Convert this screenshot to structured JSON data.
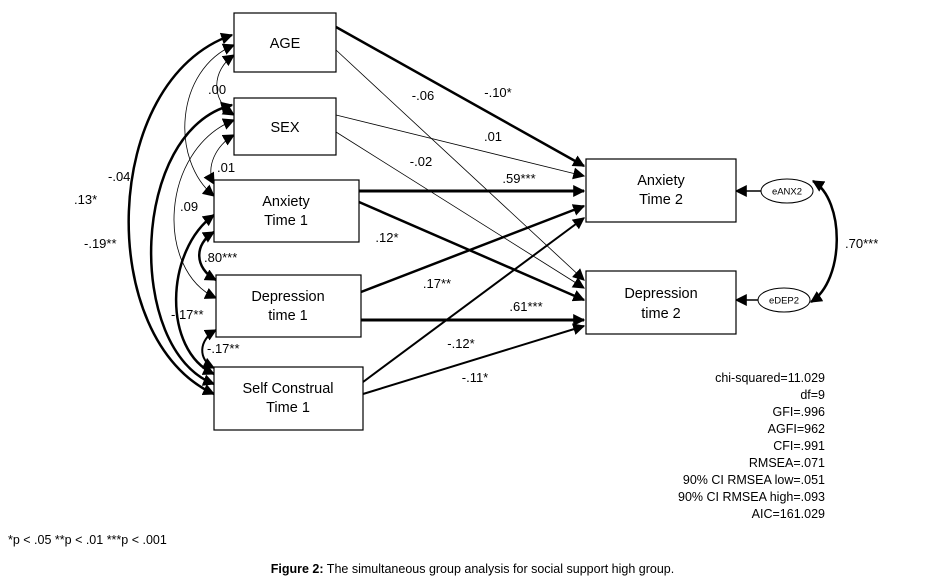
{
  "nodes": {
    "age": {
      "lines": [
        "AGE"
      ]
    },
    "sex": {
      "lines": [
        "SEX"
      ]
    },
    "anx1": {
      "lines": [
        "Anxiety",
        "Time 1"
      ]
    },
    "dep1": {
      "lines": [
        "Depression",
        "time 1"
      ]
    },
    "self1": {
      "lines": [
        "Self Construal",
        "Time 1"
      ]
    },
    "anx2": {
      "lines": [
        "Anxiety",
        "Time 2"
      ]
    },
    "dep2": {
      "lines": [
        "Depression",
        "time 2"
      ]
    },
    "eanx2": {
      "lines": [
        "eANX2"
      ]
    },
    "edep2": {
      "lines": [
        "eDEP2"
      ]
    }
  },
  "paths": [
    {
      "from": "age",
      "to": "anx2",
      "label": "-.10*"
    },
    {
      "from": "age",
      "to": "dep2",
      "label": "-.06"
    },
    {
      "from": "sex",
      "to": "anx2",
      "label": ".01"
    },
    {
      "from": "sex",
      "to": "dep2",
      "label": "-.02"
    },
    {
      "from": "anx1",
      "to": "anx2",
      "label": ".59***"
    },
    {
      "from": "anx1",
      "to": "dep2",
      "label": ".12*"
    },
    {
      "from": "dep1",
      "to": "anx2",
      "label": ".17**"
    },
    {
      "from": "dep1",
      "to": "dep2",
      "label": ".61***"
    },
    {
      "from": "self1",
      "to": "anx2",
      "label": "-.12*"
    },
    {
      "from": "self1",
      "to": "dep2",
      "label": "-.11*"
    }
  ],
  "correlations": [
    {
      "between": [
        "age",
        "sex"
      ],
      "label": ".00"
    },
    {
      "between": [
        "sex",
        "anx1"
      ],
      "label": ".01"
    },
    {
      "between": [
        "age",
        "anx1"
      ],
      "label": "-.04"
    },
    {
      "between": [
        "age",
        "self1"
      ],
      "label": ".13*"
    },
    {
      "between": [
        "sex",
        "self1"
      ],
      "label": "-.19**"
    },
    {
      "between": [
        "sex",
        "dep1"
      ],
      "label": ".09"
    },
    {
      "between": [
        "anx1",
        "dep1"
      ],
      "label": ".80***"
    },
    {
      "between": [
        "anx1",
        "self1"
      ],
      "label": "-.17**"
    },
    {
      "between": [
        "dep1",
        "self1"
      ],
      "label": "-.17**"
    },
    {
      "between": [
        "eanx2",
        "edep2"
      ],
      "label": ".70***"
    }
  ],
  "fit_stats": [
    "chi-squared=11.029",
    "df=9",
    "GFI=.996",
    "AGFI=962",
    "CFI=.991",
    "RMSEA=.071",
    "90% CI RMSEA low=.051",
    "90% CI RMSEA high=.093",
    "AIC=161.029"
  ],
  "footnote": "*p < .05 **p < .01 ***p < .001",
  "caption": {
    "label": "Figure 2:",
    "text": " The simultaneous group analysis for social support high group."
  }
}
